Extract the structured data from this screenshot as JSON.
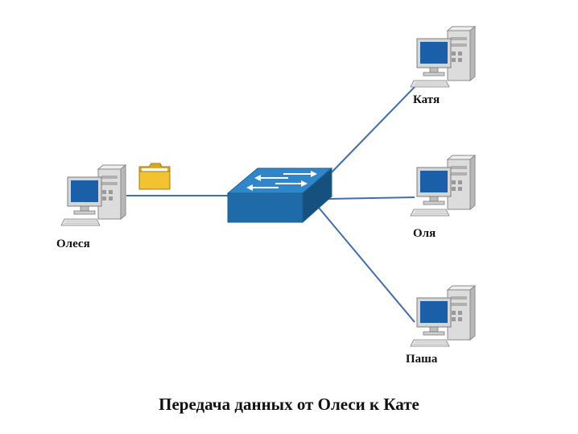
{
  "diagram": {
    "nodes": {
      "olesya": {
        "label": "Олеся",
        "icon": "computer-icon"
      },
      "katya": {
        "label": "Катя",
        "icon": "computer-icon"
      },
      "olya": {
        "label": "Оля",
        "icon": "computer-icon"
      },
      "pasha": {
        "label": "Паша",
        "icon": "computer-icon"
      },
      "switch": {
        "icon": "network-switch-icon"
      },
      "file": {
        "icon": "folder-icon"
      }
    },
    "caption": "Передача данных от Олеси к Кате"
  },
  "colors": {
    "link": "#3f6db0",
    "switch_top": "#2f86c8",
    "switch_front": "#1f6aa8",
    "switch_side": "#16507f",
    "screen": "#1a5fa8",
    "folder": "#f2c230"
  }
}
